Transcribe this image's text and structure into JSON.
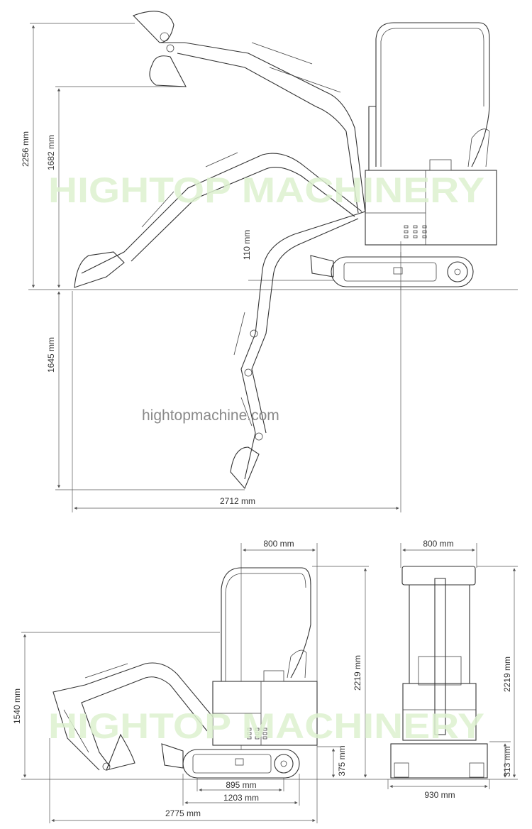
{
  "watermark": "HIGHTOP MACHINERY",
  "website": "hightopmachine.com",
  "side_view_top": {
    "dimensions": {
      "max_reach_height": "2256 mm",
      "max_dump_height": "1682 mm",
      "max_dig_depth": "1645 mm",
      "blade_lift": "110 mm",
      "max_reach_ground": "2712 mm"
    }
  },
  "side_view_bottom": {
    "dimensions": {
      "upper_width": "800 mm",
      "overall_height": "2219 mm",
      "transport_height_boom": "1540 mm",
      "ground_clearance": "375 mm",
      "tumbler_distance": "895 mm",
      "track_length": "1203 mm",
      "overall_length": "2775 mm"
    }
  },
  "front_view": {
    "dimensions": {
      "upper_width": "800 mm",
      "overall_height": "2219 mm",
      "track_height": "313 mm",
      "track_width": "930 mm"
    }
  },
  "colors": {
    "line": "#333333",
    "watermark": "#ddf2d0",
    "website": "#8a8a8a"
  }
}
